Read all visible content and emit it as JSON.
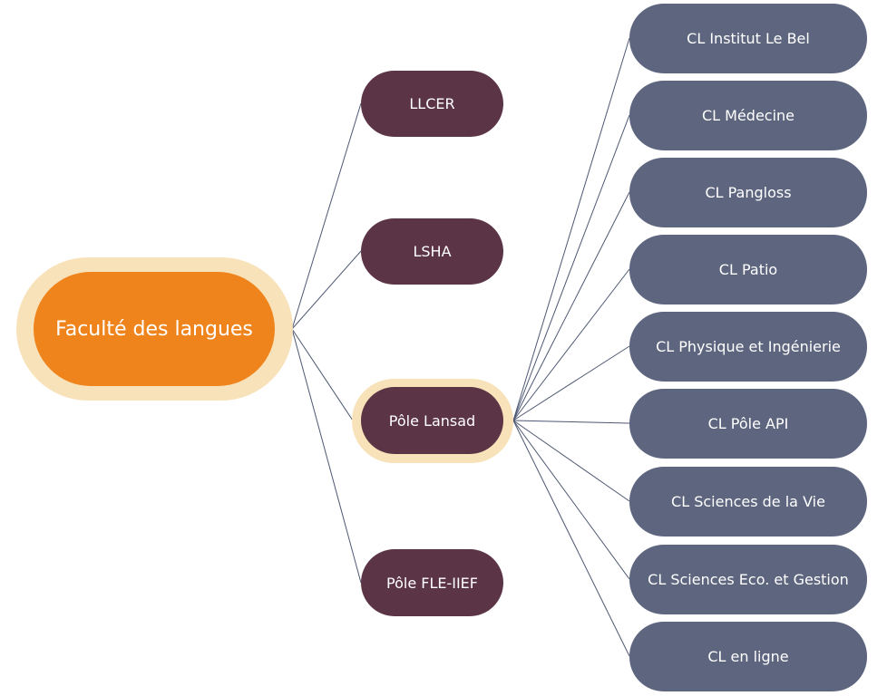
{
  "colors": {
    "root_fill": "#ef841c",
    "halo": "#f8e2b9",
    "level1_fill": "#5b3446",
    "level2_fill": "#5e667f",
    "connector": "#4e5873",
    "text": "#ffffff"
  },
  "root": {
    "label": "Faculté des langues"
  },
  "level1": [
    {
      "label": "LLCER"
    },
    {
      "label": "LSHA"
    },
    {
      "label": "Pôle Lansad"
    },
    {
      "label": "Pôle FLE-IIEF"
    }
  ],
  "level2": [
    {
      "label": "CL Institut Le Bel"
    },
    {
      "label": "CL Médecine"
    },
    {
      "label": "CL Pangloss"
    },
    {
      "label": "CL Patio"
    },
    {
      "label": "CL Physique et Ingénierie"
    },
    {
      "label": "CL Pôle API"
    },
    {
      "label": "CL Sciences de la Vie"
    },
    {
      "label": "CL Sciences Eco. et Gestion"
    },
    {
      "label": "CL en ligne"
    }
  ]
}
